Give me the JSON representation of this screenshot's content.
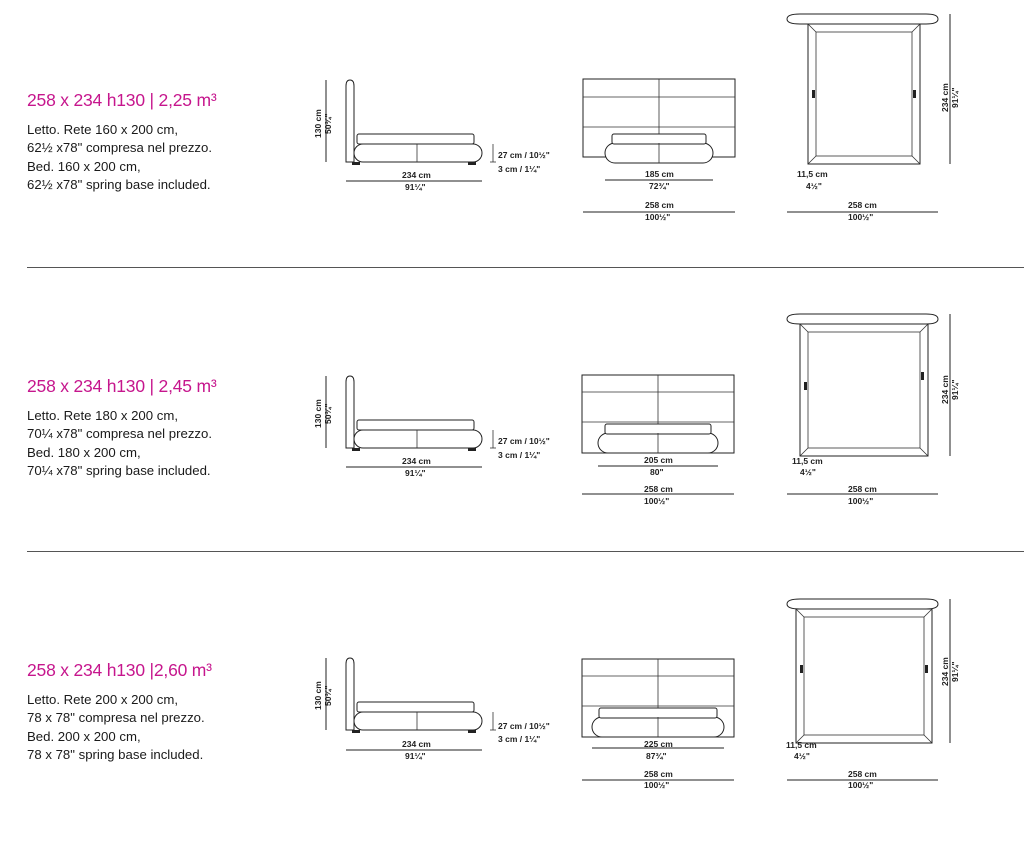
{
  "colors": {
    "accent": "#c6168d",
    "lines": "#222222"
  },
  "rows": [
    {
      "title": "258 x 234 h130 | 2,25 m³",
      "lines": [
        "Letto. Rete 160 x 200 cm,",
        "62½ x78\" compresa nel prezzo.",
        "Bed. 160 x 200 cm,",
        "62½ x78\" spring base included."
      ],
      "side": {
        "height_cm": "130 cm",
        "height_in": "50¾\"",
        "length_cm": "234 cm",
        "length_in": "91¼\"",
        "base_cm": "27 cm / 10½\"",
        "feet_cm": "3 cm / 1¼\""
      },
      "front": {
        "inner_cm": "185 cm",
        "inner_in": "72¾\"",
        "width_cm": "258 cm",
        "width_in": "100½\""
      },
      "top": {
        "depth_cm": "234 cm",
        "depth_in": "91¼\"",
        "frame_cm": "11,5 cm",
        "frame_in": "4½\"",
        "width_cm": "258 cm",
        "width_in": "100½\""
      }
    },
    {
      "title": "258 x 234 h130 | 2,45 m³",
      "lines": [
        "Letto. Rete 180 x 200 cm,",
        "70¼ x78\" compresa nel prezzo.",
        "Bed. 180 x 200 cm,",
        "70¼ x78\" spring base included."
      ],
      "side": {
        "height_cm": "130 cm",
        "height_in": "50¾\"",
        "length_cm": "234 cm",
        "length_in": "91¼\"",
        "base_cm": "27 cm / 10½\"",
        "feet_cm": "3 cm / 1¼\""
      },
      "front": {
        "inner_cm": "205 cm",
        "inner_in": "80\"",
        "width_cm": "258 cm",
        "width_in": "100½\""
      },
      "top": {
        "depth_cm": "234 cm",
        "depth_in": "91¼\"",
        "frame_cm": "11,5 cm",
        "frame_in": "4½\"",
        "width_cm": "258 cm",
        "width_in": "100½\""
      }
    },
    {
      "title": "258 x 234 h130 |2,60 m³",
      "lines": [
        "Letto. Rete 200 x 200 cm,",
        "78 x 78\" compresa nel prezzo.",
        "Bed. 200 x 200 cm,",
        "78 x 78\" spring base included."
      ],
      "side": {
        "height_cm": "130 cm",
        "height_in": "50¾\"",
        "length_cm": "234 cm",
        "length_in": "91¼\"",
        "base_cm": "27 cm / 10½\"",
        "feet_cm": "3 cm / 1¼\""
      },
      "front": {
        "inner_cm": "225 cm",
        "inner_in": "87¾\"",
        "width_cm": "258 cm",
        "width_in": "100½\""
      },
      "top": {
        "depth_cm": "234 cm",
        "depth_in": "91¼\"",
        "frame_cm": "11,5 cm",
        "frame_in": "4½\"",
        "width_cm": "258 cm",
        "width_in": "100½\""
      }
    }
  ]
}
